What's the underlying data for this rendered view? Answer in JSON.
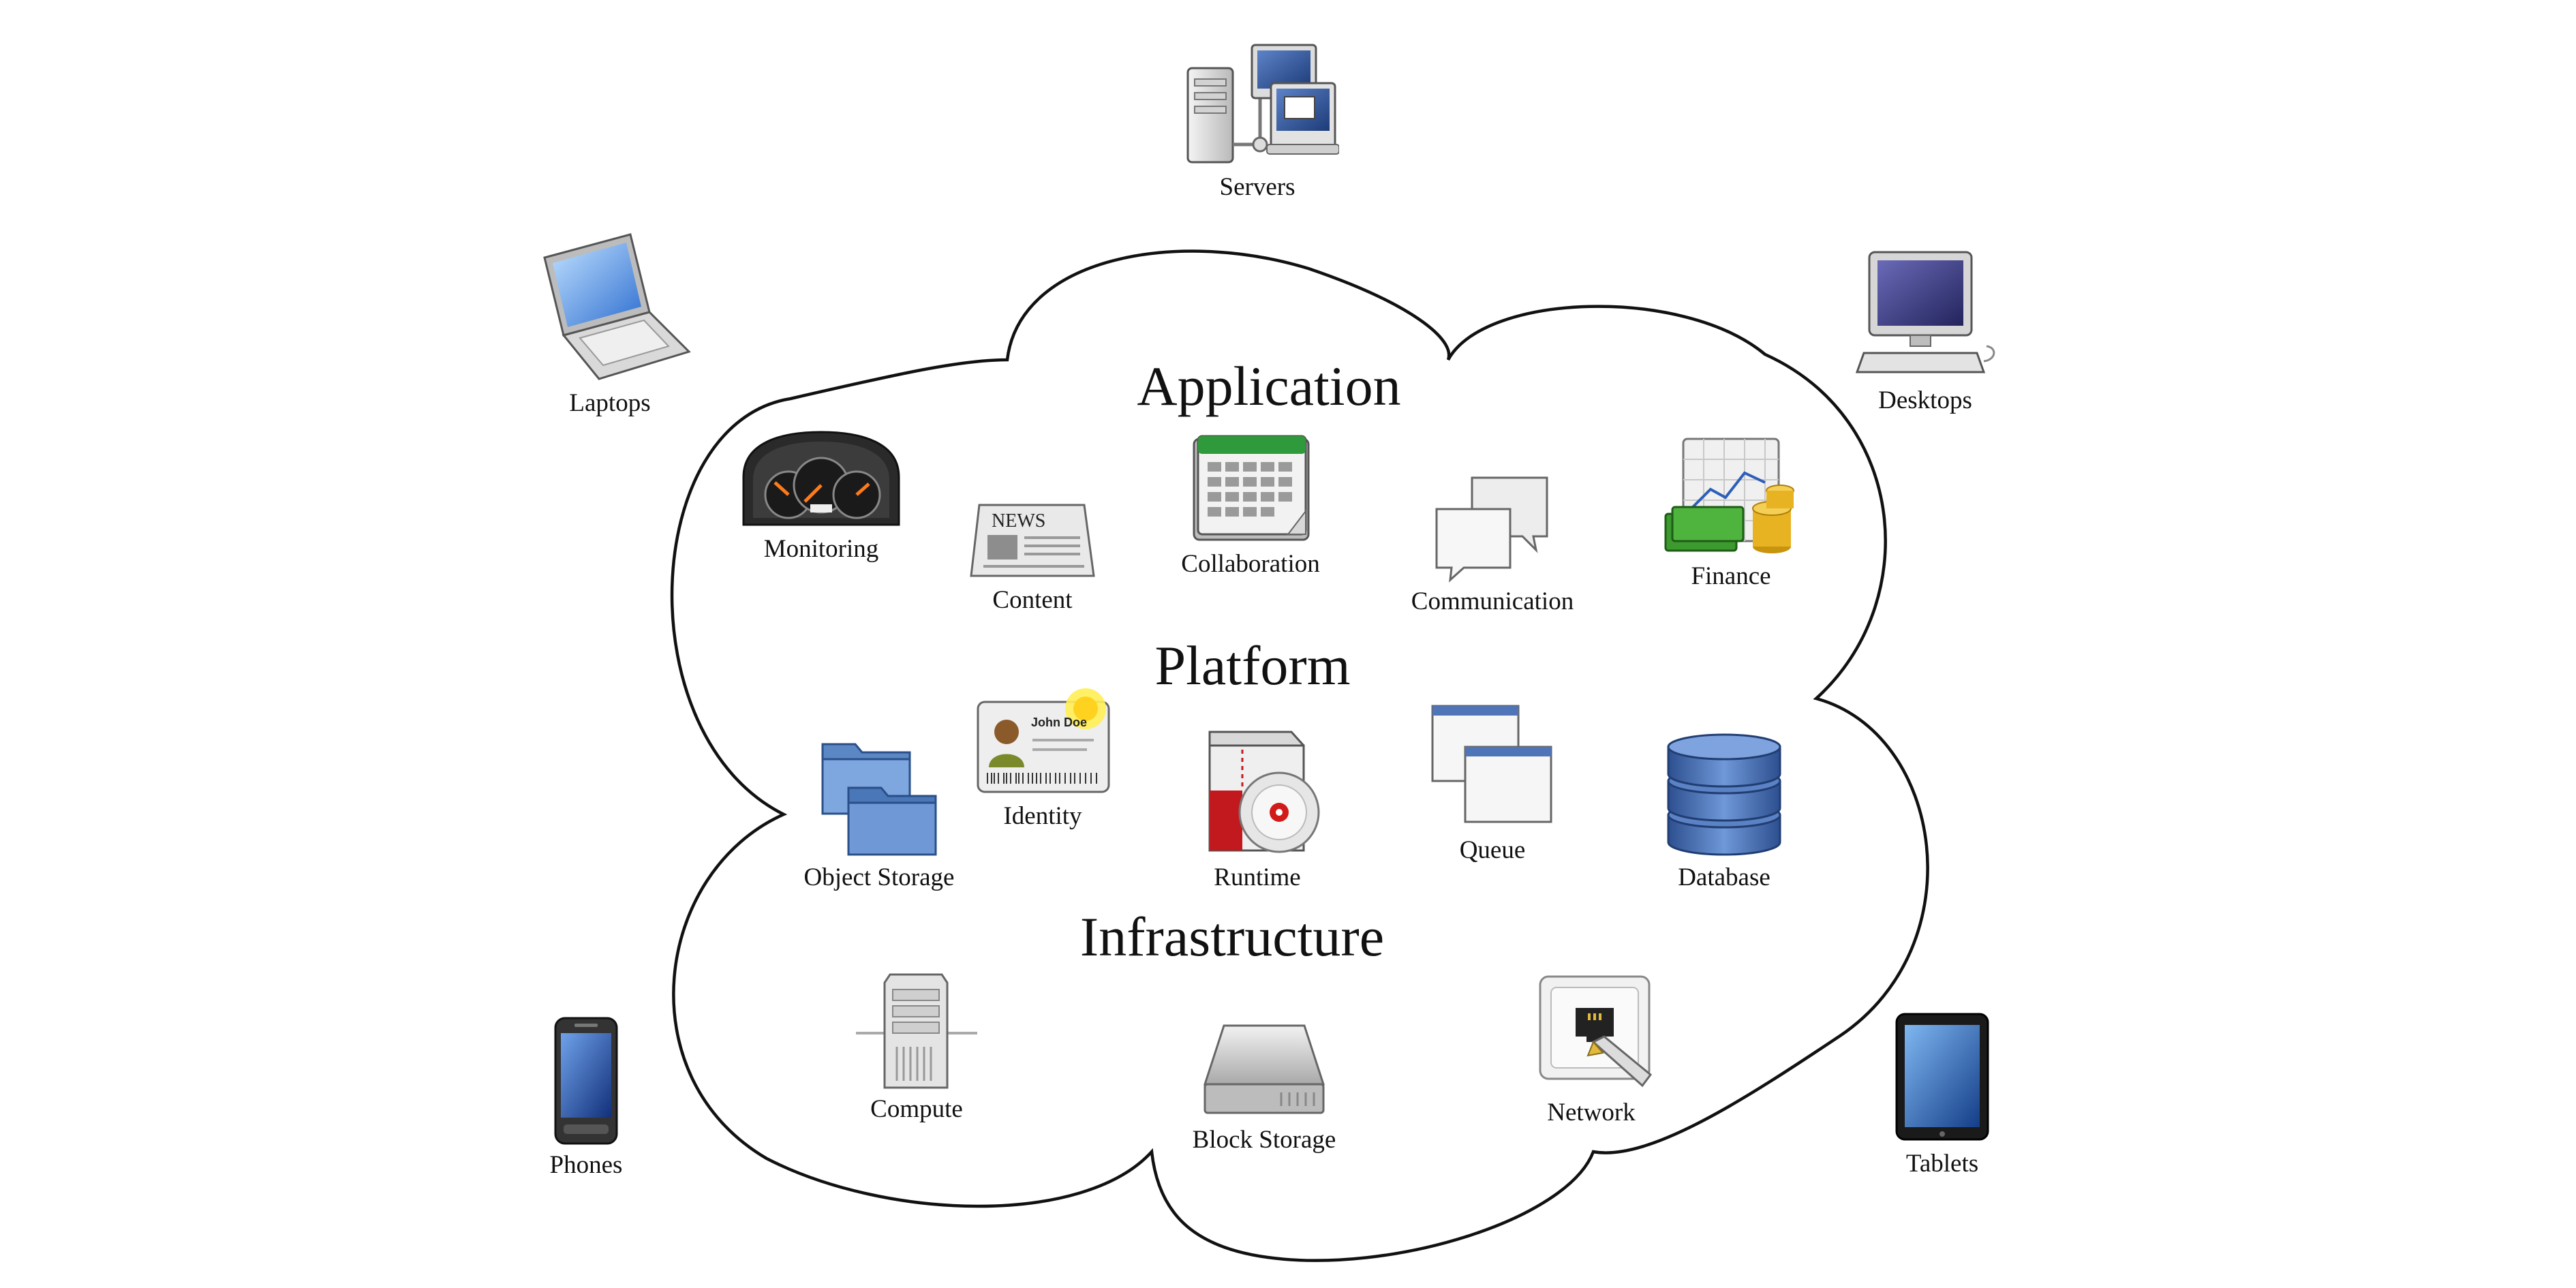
{
  "layers": {
    "application": "Application",
    "platform": "Platform",
    "infrastructure": "Infrastructure"
  },
  "devices": {
    "servers": "Servers",
    "laptops": "Laptops",
    "desktops": "Desktops",
    "phones": "Phones",
    "tablets": "Tablets"
  },
  "application_services": {
    "monitoring": "Monitoring",
    "content": "Content",
    "collaboration": "Collaboration",
    "communication": "Communication",
    "finance": "Finance"
  },
  "platform_services": {
    "identity": "Identity",
    "identity_card_name": "John Doe",
    "object_storage": "Object Storage",
    "runtime": "Runtime",
    "queue": "Queue",
    "database": "Database"
  },
  "infrastructure_services": {
    "compute": "Compute",
    "block_storage": "Block Storage",
    "network": "Network"
  },
  "news_icon_text": "NEWS",
  "colors": {
    "outline": "#111111",
    "folder_blue": "#5b87c5",
    "database_blue": "#3f66a8",
    "money_green": "#3c9a2e",
    "coin_gold": "#e7b323",
    "calendar_green": "#2f9a3c",
    "runtime_red": "#c2191e"
  }
}
